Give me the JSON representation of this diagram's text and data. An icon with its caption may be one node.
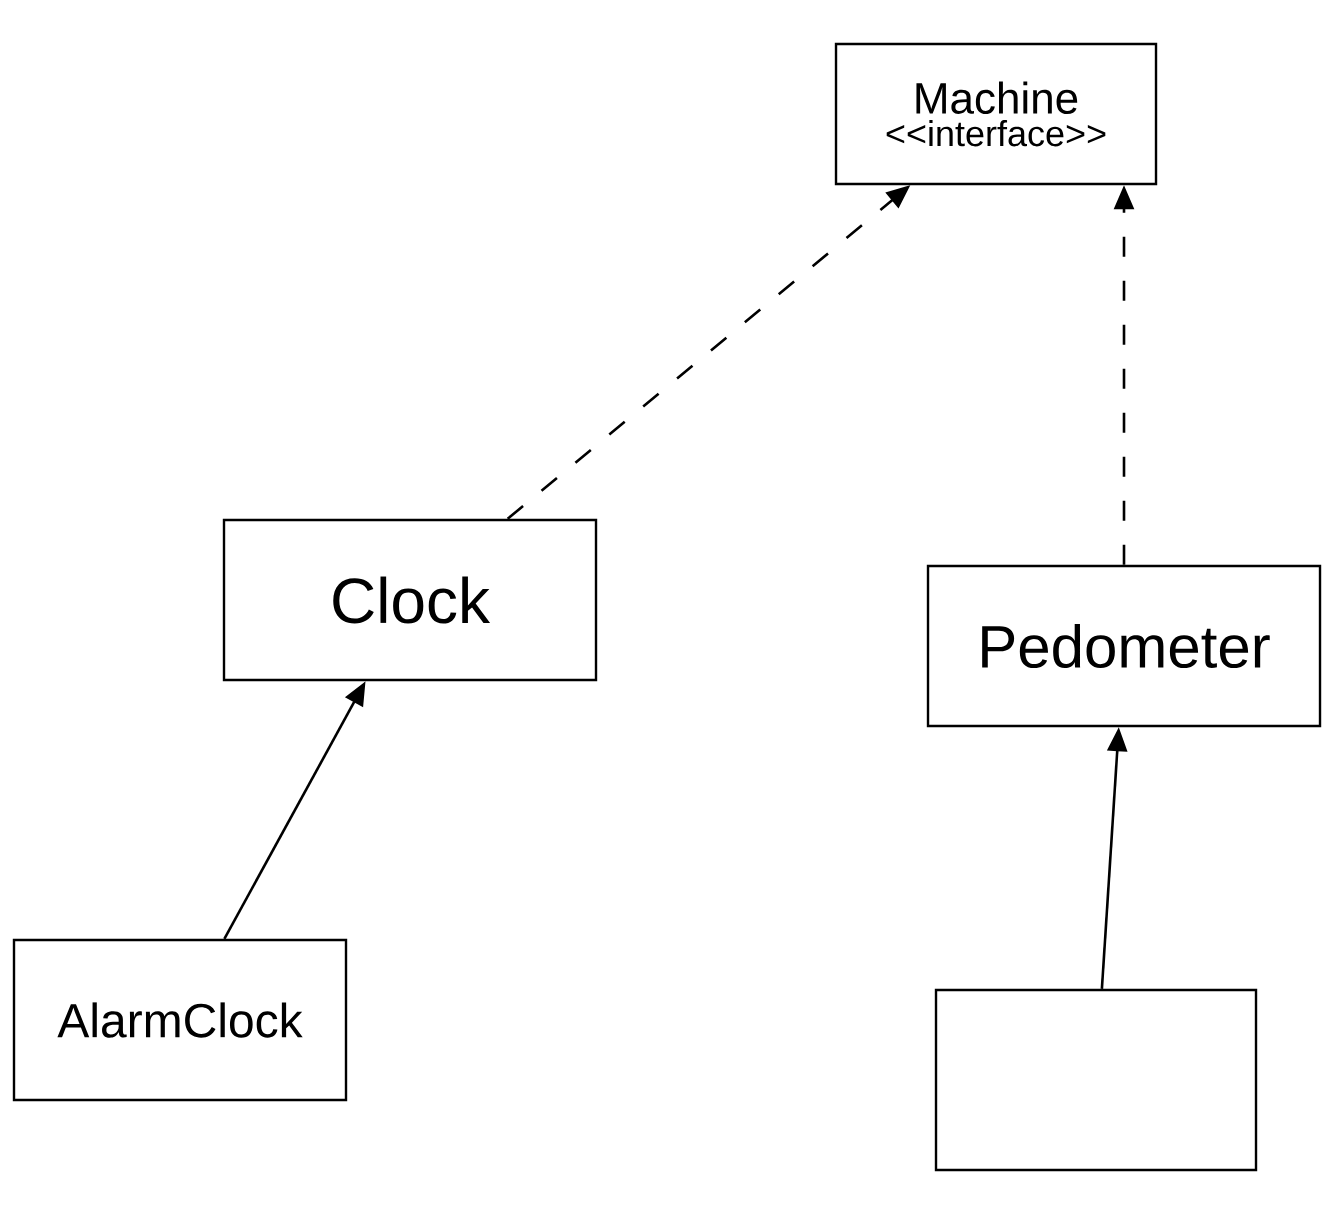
{
  "diagram": {
    "nodes": [
      {
        "text": [
          "Machine",
          "<<interface>>"
        ]
      },
      {
        "text": [
          "Clock"
        ]
      },
      {
        "text": [
          "Pedometer"
        ]
      },
      {
        "text": [
          "AlarmClock"
        ]
      },
      {
        "text": [],
        "shape": "box"
      }
    ],
    "edges": [
      {
        "from": 1,
        "to": 0,
        "arrow": "to",
        "style": "dashed"
      },
      {
        "from": 2,
        "to": 0,
        "arrow": "to",
        "style": "dashed"
      },
      {
        "from": 3,
        "to": 1,
        "arrow": "to"
      },
      {
        "from": 4,
        "to": 2,
        "arrow": "to"
      }
    ]
  }
}
